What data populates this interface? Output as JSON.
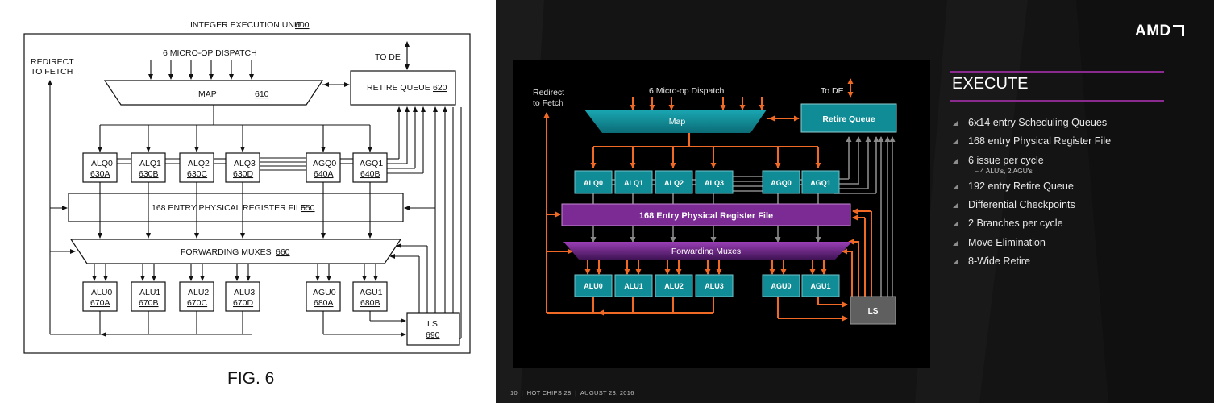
{
  "patent": {
    "title": "INTEGER EXECUTION UNIT",
    "title_ref": "600",
    "dispatch": "6 MICRO-OP DISPATCH",
    "redirect_line1": "REDIRECT",
    "redirect_line2": "TO FETCH",
    "to_de": "TO DE",
    "map": "MAP",
    "map_ref": "610",
    "retire": "RETIRE QUEUE",
    "retire_ref": "620",
    "queues": [
      {
        "name": "ALQ0",
        "ref": "630A"
      },
      {
        "name": "ALQ1",
        "ref": "630B"
      },
      {
        "name": "ALQ2",
        "ref": "630C"
      },
      {
        "name": "ALQ3",
        "ref": "630D"
      },
      {
        "name": "AGQ0",
        "ref": "640A"
      },
      {
        "name": "AGQ1",
        "ref": "640B"
      }
    ],
    "regfile": "168 ENTRY PHYSICAL REGISTER FILE",
    "regfile_ref": "650",
    "muxes": "FORWARDING MUXES",
    "muxes_ref": "660",
    "units": [
      {
        "name": "ALU0",
        "ref": "670A"
      },
      {
        "name": "ALU1",
        "ref": "670B"
      },
      {
        "name": "ALU2",
        "ref": "670C"
      },
      {
        "name": "ALU3",
        "ref": "670D"
      },
      {
        "name": "AGU0",
        "ref": "680A"
      },
      {
        "name": "AGU1",
        "ref": "680B"
      }
    ],
    "ls": "LS",
    "ls_ref": "690",
    "fig": "FIG. 6"
  },
  "slide": {
    "logo": "AMD",
    "heading": "EXECUTE",
    "diagram": {
      "dispatch": "6 Micro-op Dispatch",
      "to_de": "To DE",
      "redirect_line1": "Redirect",
      "redirect_line2": "to Fetch",
      "map": "Map",
      "retire": "Retire Queue",
      "queues": [
        "ALQ0",
        "ALQ1",
        "ALQ2",
        "ALQ3",
        "AGQ0",
        "AGQ1"
      ],
      "regfile": "168 Entry Physical Register File",
      "muxes": "Forwarding Muxes",
      "units": [
        "ALU0",
        "ALU1",
        "ALU2",
        "ALU3",
        "AGU0",
        "AGU1"
      ],
      "ls": "LS"
    },
    "bullets": [
      "6x14 entry Scheduling Queues",
      "168 entry Physical Register File",
      "6 issue per cycle",
      "192 entry Retire Queue",
      "Differential Checkpoints",
      "2 Branches per cycle",
      "Move Elimination",
      "8-Wide Retire"
    ],
    "sub_bullet": "– 4 ALU's, 2 AGU's",
    "footer": "10  |  HOT CHIPS 28  |  AUGUST 23, 2016",
    "colors": {
      "teal": "#0f8c95",
      "orange": "#f06a25",
      "purple": "#7b2b93",
      "rule": "#8a2a8e",
      "ls_gray": "#5f5f5f"
    }
  }
}
